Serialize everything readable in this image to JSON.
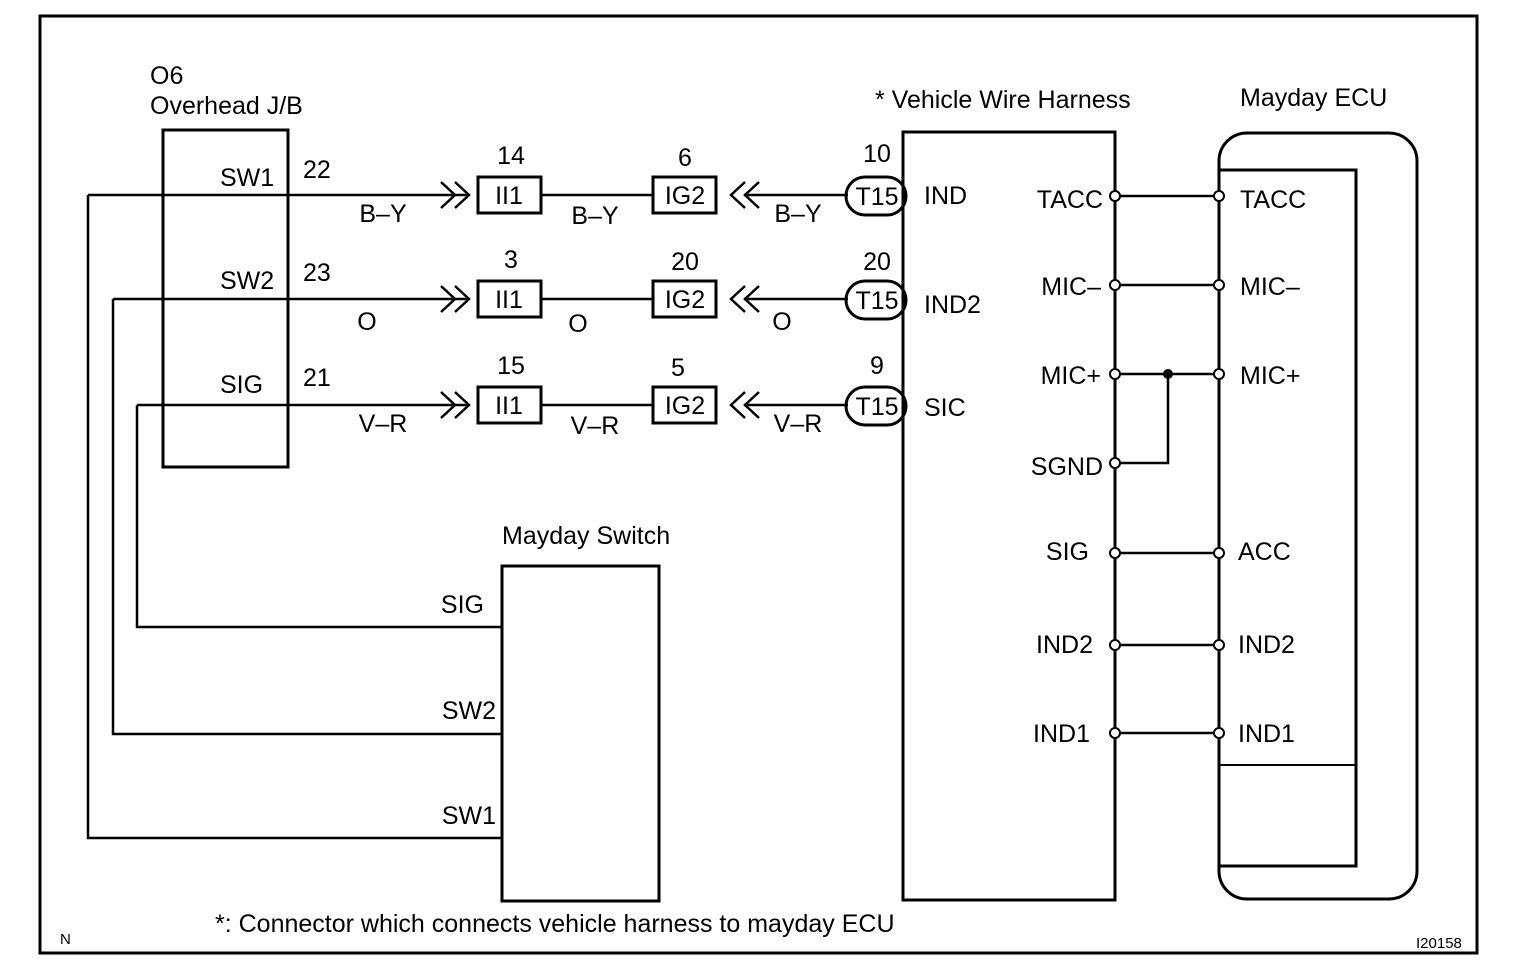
{
  "frame": {
    "corner_left": "N",
    "corner_right": "I20158"
  },
  "footnote": "*: Connector which connects vehicle harness to mayday ECU",
  "overhead_jb": {
    "code": "O6",
    "name": "Overhead J/B",
    "pins": [
      {
        "label": "SW1",
        "num": "22"
      },
      {
        "label": "SW2",
        "num": "23"
      },
      {
        "label": "SIG",
        "num": "21"
      }
    ]
  },
  "circuits": [
    {
      "wire_color_1": "B–Y",
      "ii1_num": "14",
      "ii1_label": "II1",
      "wire_color_2": "B–Y",
      "ig2_num": "6",
      "ig2_label": "IG2",
      "wire_color_3": "B–Y",
      "t15_num": "10",
      "t15_label": "T15",
      "harness_pin": "IND"
    },
    {
      "wire_color_1": "O",
      "ii1_num": "3",
      "ii1_label": "II1",
      "wire_color_2": "O",
      "ig2_num": "20",
      "ig2_label": "IG2",
      "wire_color_3": "O",
      "t15_num": "20",
      "t15_label": "T15",
      "harness_pin": "IND2"
    },
    {
      "wire_color_1": "V–R",
      "ii1_num": "15",
      "ii1_label": "II1",
      "wire_color_2": "V–R",
      "ig2_num": "5",
      "ig2_label": "IG2",
      "wire_color_3": "V–R",
      "t15_num": "9",
      "t15_label": "T15",
      "harness_pin": "SIC"
    }
  ],
  "harness": {
    "title": "* Vehicle Wire Harness",
    "right_pins": [
      "TACC",
      "MIC–",
      "MIC+",
      "SGND",
      "SIG",
      "IND2",
      "IND1"
    ]
  },
  "ecu": {
    "title": "Mayday ECU",
    "pins": [
      "TACC",
      "MIC–",
      "MIC+",
      "ACC",
      "IND2",
      "IND1"
    ]
  },
  "switch": {
    "title": "Mayday Switch",
    "pins": [
      "SIG",
      "SW2",
      "SW1"
    ]
  }
}
